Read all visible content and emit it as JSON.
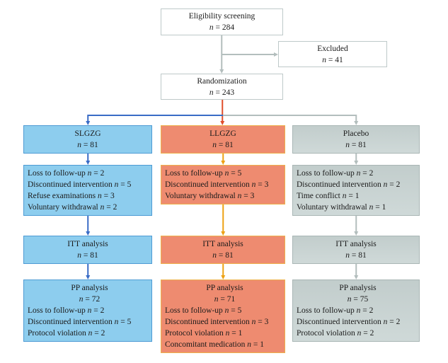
{
  "figure": {
    "top": {
      "eligibility": {
        "title": "Eligibility screening",
        "count": "n = 284"
      },
      "excluded": {
        "title": "Excluded",
        "count": "n = 41"
      },
      "randomization": {
        "title": "Randomization",
        "count": "n = 243"
      }
    },
    "columns": [
      {
        "name": "SLGZG",
        "group": {
          "title": "SLGZG",
          "count": "n = 81"
        },
        "dropouts": [
          "Loss to follow-up n = 2",
          "Discontinued intervention n = 5",
          "Refuse examinations n = 3",
          "Voluntary withdrawal n = 2"
        ],
        "itt": {
          "title": "ITT analysis",
          "count": "n = 81"
        },
        "pp": {
          "title": "PP analysis",
          "count": "n = 72",
          "items": [
            "Loss to follow-up n = 2",
            "Discontinued intervention n = 5",
            "Protocol violation n = 2"
          ]
        }
      },
      {
        "name": "LLGZG",
        "group": {
          "title": "LLGZG",
          "count": "n = 81"
        },
        "dropouts": [
          "Loss to follow-up n = 5",
          "Discontinued intervention n = 3",
          "Voluntary withdrawal n = 3"
        ],
        "itt": {
          "title": "ITT analysis",
          "count": "n = 81"
        },
        "pp": {
          "title": "PP analysis",
          "count": "n = 71",
          "items": [
            "Loss to follow-up n = 5",
            "Discontinued intervention n = 3",
            "Protocol violation n = 1",
            "Concomitant medication n = 1"
          ]
        }
      },
      {
        "name": "Placebo",
        "group": {
          "title": "Placebo",
          "count": "n = 81"
        },
        "dropouts": [
          "Loss to follow-up n = 2",
          "Discontinued intervention n = 2",
          "Time conflict n = 1",
          "Voluntary withdrawal n = 1"
        ],
        "itt": {
          "title": "ITT analysis",
          "count": "n = 81"
        },
        "pp": {
          "title": "PP analysis",
          "count": "n = 75",
          "items": [
            "Loss to follow-up n = 2",
            "Discontinued intervention n = 2",
            "Protocol violation n = 2"
          ]
        }
      }
    ]
  },
  "colors": {
    "blue-fill": "#8dcdee",
    "blue-border": "#4e9bd4",
    "blue-arrow": "#3a6cc6",
    "salmon-fill": "#ee8b70",
    "gold-border": "#edb14c",
    "gold-arrow": "#eda215",
    "red-arrow": "#e04e2b",
    "gray-fill": "#c9d3d2",
    "gray-border": "#a9b6b5",
    "gray-arrow": "#b3bebd",
    "neutral-border": "#bec9c9"
  }
}
